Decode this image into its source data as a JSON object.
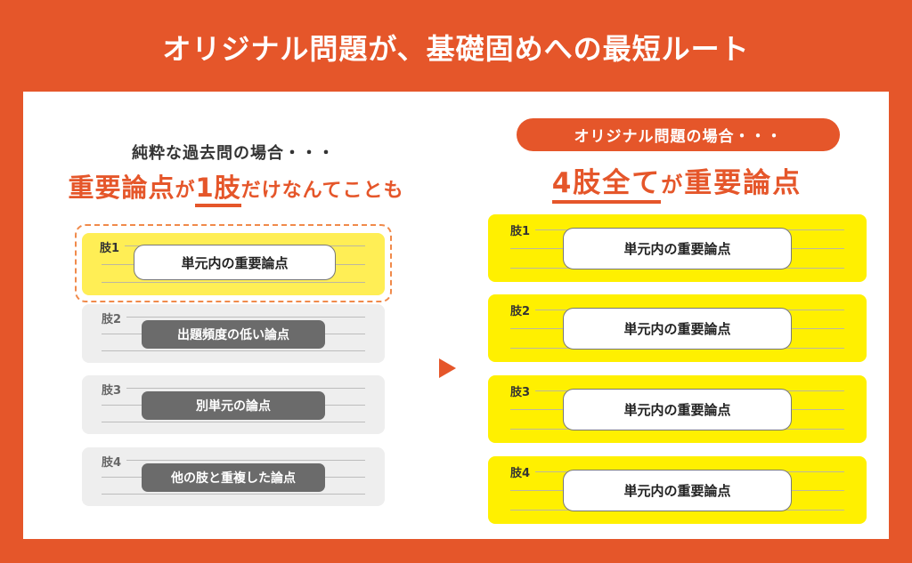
{
  "title": "オリジナル問題が、基礎固めへの最短ルート",
  "colors": {
    "accent": "#E5562A",
    "yellow_left": "#FFEE55",
    "yellow_right": "#FFF000",
    "gray_card": "#EEEEEE",
    "dark_box": "#6B6B6B"
  },
  "left": {
    "subtitle": "純粋な過去問の場合・・・",
    "headline": {
      "part1": "重要論点",
      "part2": "が",
      "part3": "1肢",
      "part4": "だけなんてことも"
    },
    "cards": [
      {
        "label": "肢1",
        "text": "単元内の重要論点",
        "style": "highlight"
      },
      {
        "label": "肢2",
        "text": "出題頻度の低い論点",
        "style": "gray"
      },
      {
        "label": "肢3",
        "text": "別単元の論点",
        "style": "gray"
      },
      {
        "label": "肢4",
        "text": "他の肢と重複した論点",
        "style": "gray"
      }
    ]
  },
  "arrow": {
    "icon": "triangle-right-icon"
  },
  "right": {
    "pill": "オリジナル問題の場合・・・",
    "headline": {
      "part1": "4肢全て",
      "part2": "が",
      "part3": "重要論点"
    },
    "cards": [
      {
        "label": "肢1",
        "text": "単元内の重要論点"
      },
      {
        "label": "肢2",
        "text": "単元内の重要論点"
      },
      {
        "label": "肢3",
        "text": "単元内の重要論点"
      },
      {
        "label": "肢4",
        "text": "単元内の重要論点"
      }
    ]
  }
}
